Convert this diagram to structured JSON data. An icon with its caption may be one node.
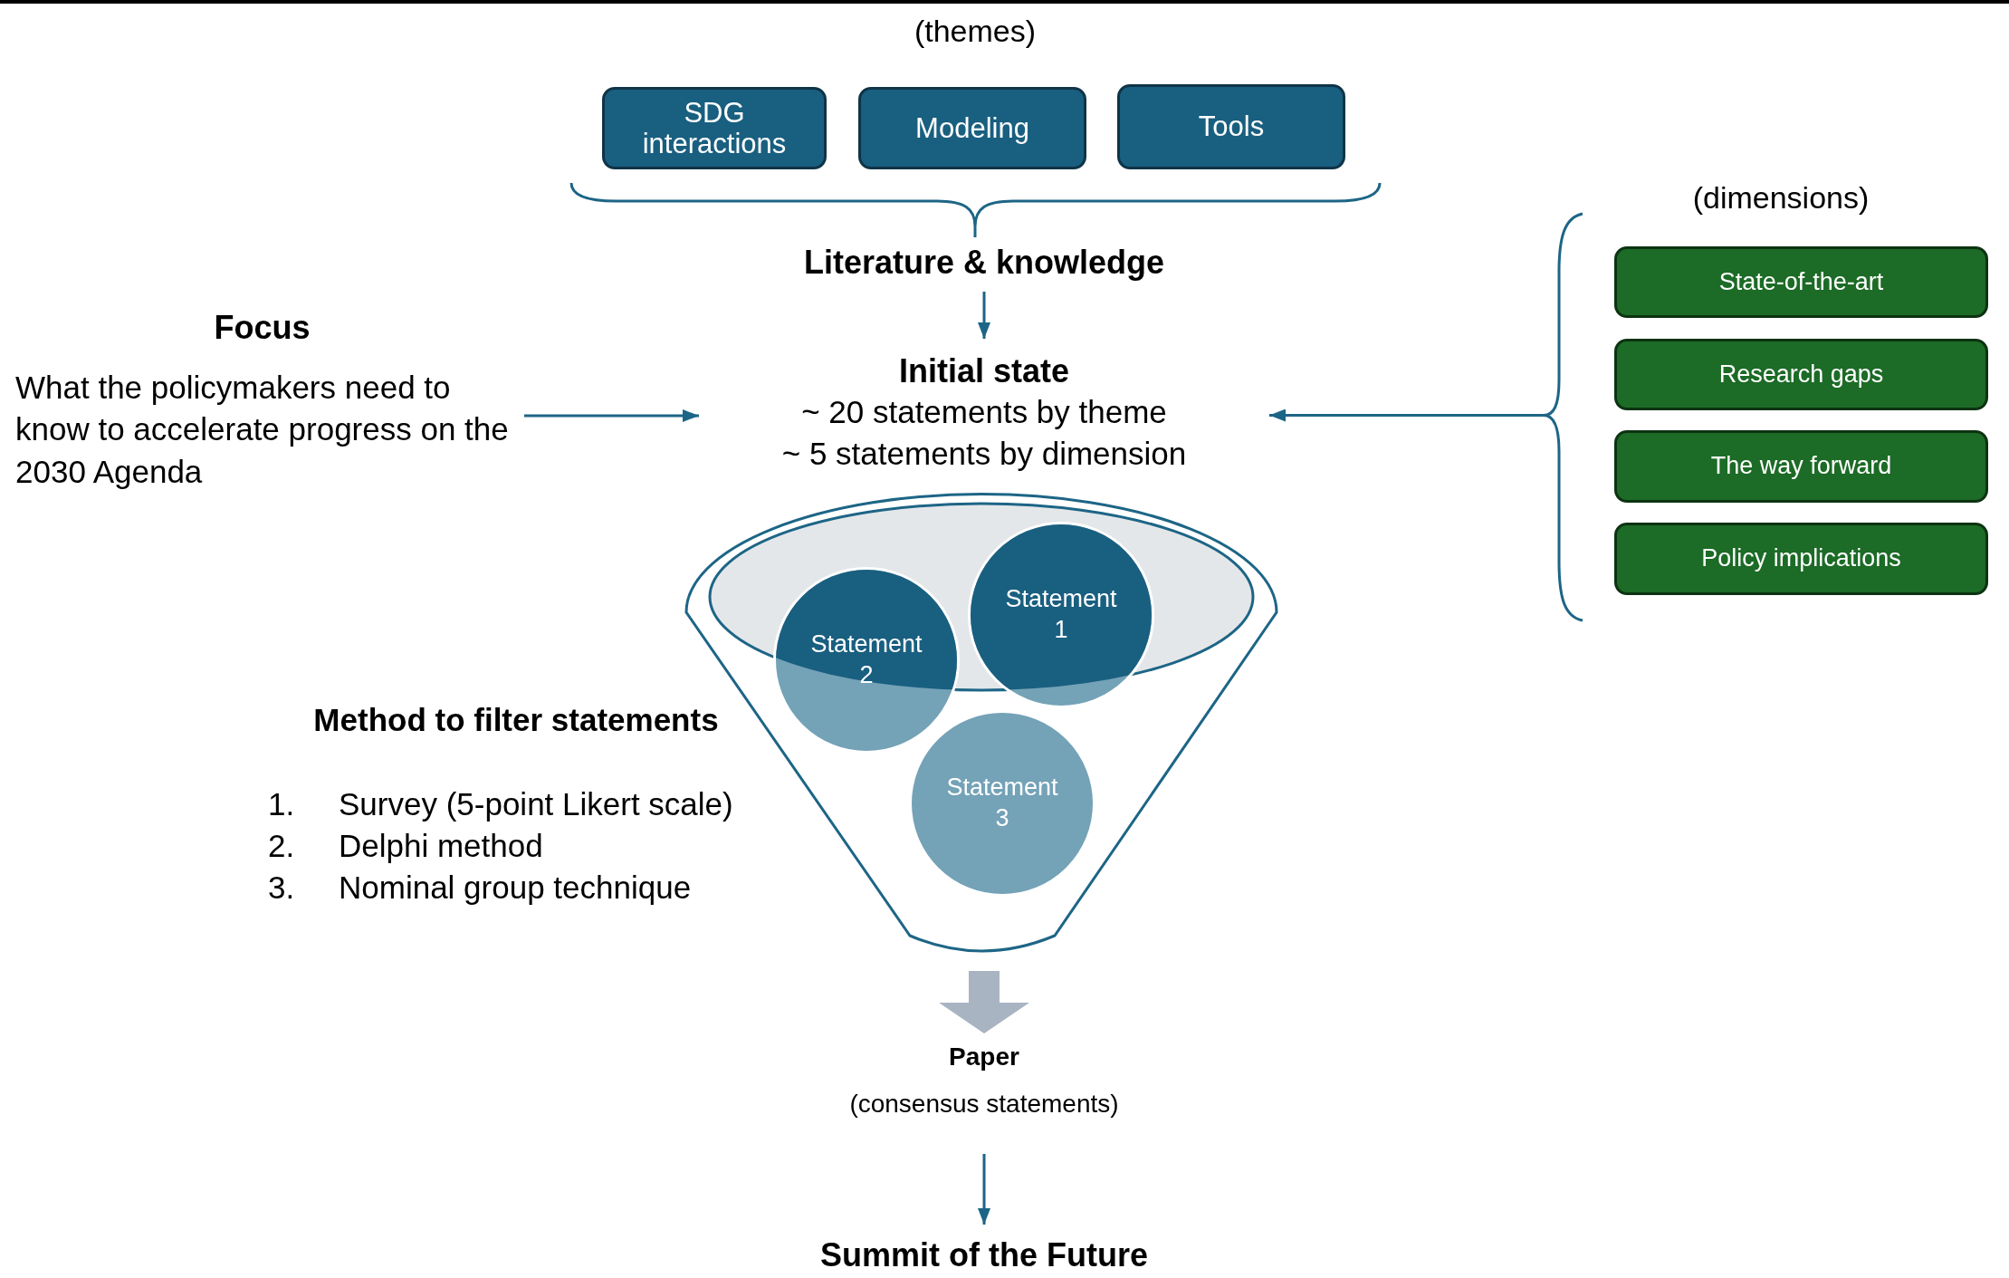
{
  "diagram": {
    "nodes": [
      {
        "text": [
          "SDG interactions"
        ]
      },
      {
        "text": [
          "Modeling"
        ]
      },
      {
        "text": [
          "Tools"
        ]
      },
      {
        "text": [
          "Literature & knowledge"
        ]
      },
      {
        "text": [
          "Focus",
          "What the policymakers need to know to accelerate progress on the 2030 Agenda"
        ]
      },
      {
        "text": [
          "Initial state",
          "~ 20 statements by theme",
          "~ 5 statements by dimension"
        ]
      },
      {
        "text": [
          "State-of-the-art"
        ]
      },
      {
        "text": [
          "Research gaps"
        ]
      },
      {
        "text": [
          "The way forward"
        ]
      },
      {
        "text": [
          "Policy implications"
        ]
      },
      {
        "text": [],
        "shape": "funnel"
      },
      {
        "text": [
          "Statement 1"
        ],
        "in": 10
      },
      {
        "text": [
          "Statement 2"
        ],
        "in": 10
      },
      {
        "text": [
          "Statement 3"
        ],
        "in": 10
      },
      {
        "text": [
          "Paper",
          "(consensus statements)"
        ]
      },
      {
        "text": [
          "Summit of the Future"
        ]
      },
      {
        "text": [],
        "shape": "brace"
      }
    ],
    "edges": [
      {
        "from": 3,
        "to": 5,
        "arrow": "to"
      },
      {
        "from": 4,
        "to": 5,
        "arrow": "to"
      },
      {
        "from": 16,
        "to": 5,
        "arrow": "to"
      },
      {
        "from": 10,
        "to": 14,
        "arrow": "to",
        "style": "thick",
        "color": "#a9b4c2"
      },
      {
        "from": 14,
        "to": 15,
        "arrow": "to"
      }
    ],
    "labels": [
      "(themes)",
      "(dimensions)",
      "Method to filter statements",
      "1.",
      "Survey (5-point Likert scale)",
      "2.",
      "Delphi method",
      "3.",
      "Nominal group technique"
    ]
  }
}
